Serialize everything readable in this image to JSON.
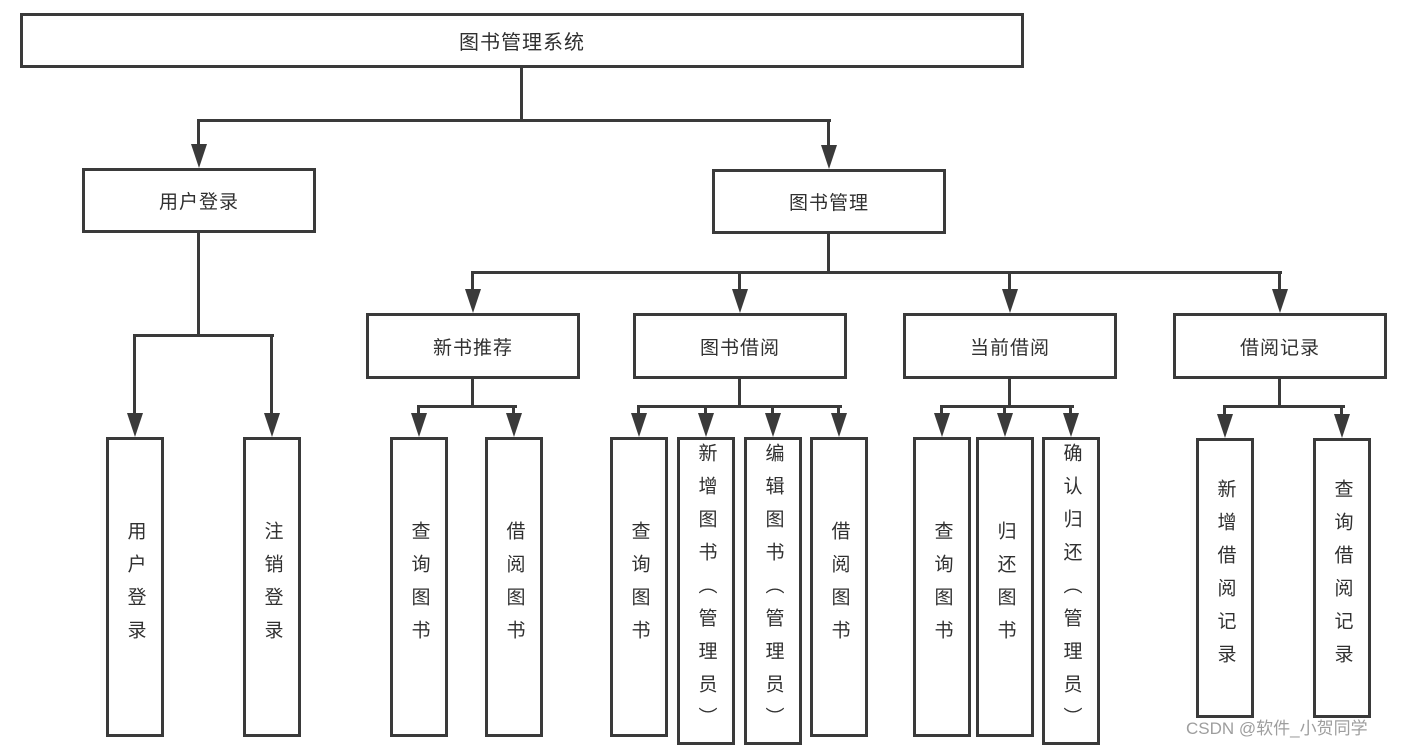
{
  "diagram": {
    "type": "hierarchy-tree",
    "nodes": {
      "root": {
        "label": "图书管理系统"
      },
      "level2": [
        {
          "label": "用户登录"
        },
        {
          "label": "图书管理"
        }
      ],
      "level3": [
        {
          "label": "新书推荐",
          "parent": "图书管理"
        },
        {
          "label": "图书借阅",
          "parent": "图书管理"
        },
        {
          "label": "当前借阅",
          "parent": "图书管理"
        },
        {
          "label": "借阅记录",
          "parent": "图书管理"
        }
      ],
      "leaves": [
        {
          "label": "用户登录",
          "parent": "用户登录"
        },
        {
          "label": "注销登录",
          "parent": "用户登录"
        },
        {
          "label": "查询图书",
          "parent": "新书推荐"
        },
        {
          "label": "借阅图书",
          "parent": "新书推荐"
        },
        {
          "label": "查询图书",
          "parent": "图书借阅"
        },
        {
          "label": "新增图书（管理员）",
          "parent": "图书借阅"
        },
        {
          "label": "编辑图书（管理员）",
          "parent": "图书借阅"
        },
        {
          "label": "借阅图书",
          "parent": "图书借阅"
        },
        {
          "label": "查询图书",
          "parent": "当前借阅"
        },
        {
          "label": "归还图书",
          "parent": "当前借阅"
        },
        {
          "label": "确认归还（管理员）",
          "parent": "当前借阅"
        },
        {
          "label": "新增借阅记录",
          "parent": "借阅记录"
        },
        {
          "label": "查询借阅记录",
          "parent": "借阅记录"
        }
      ]
    },
    "colors": {
      "line": "#3a3a3a",
      "text": "#303030",
      "background": "#ffffff",
      "watermark": "#9e9e9e"
    }
  },
  "watermark": {
    "text": "CSDN @软件_小贺同学"
  }
}
